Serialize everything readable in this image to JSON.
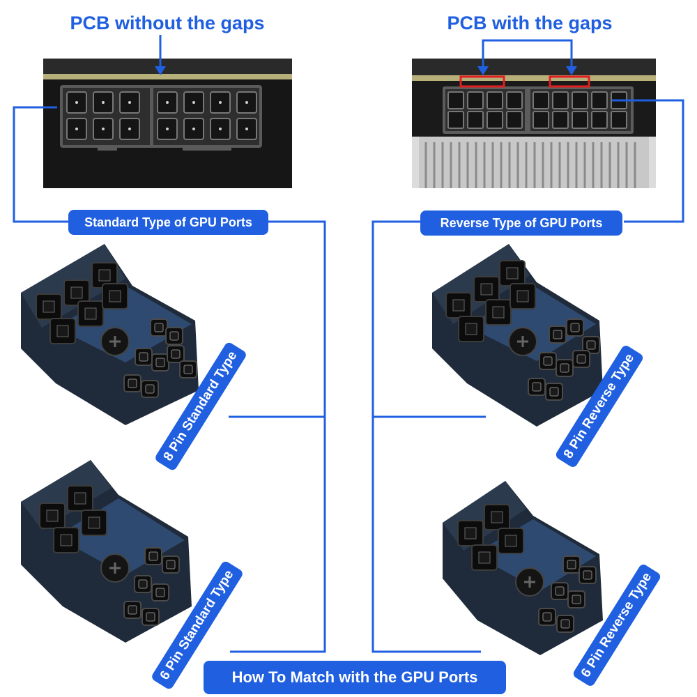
{
  "titles": {
    "left": "PCB without the gaps",
    "right": "PCB with the gaps"
  },
  "labels": {
    "standard": "Standard Type of GPU Ports",
    "reverse": "Reverse Type of GPU Ports",
    "bottom": "How To Match with the GPU Ports"
  },
  "products": {
    "std8": "8 Pin Standard Type",
    "std6": "6 Pin Standard Type",
    "rev8": "8 Pin Reverse Type",
    "rev6": "6 Pin Reverse Type"
  },
  "colors": {
    "accent": "#1f5fe0",
    "highlight": "#e02020"
  }
}
